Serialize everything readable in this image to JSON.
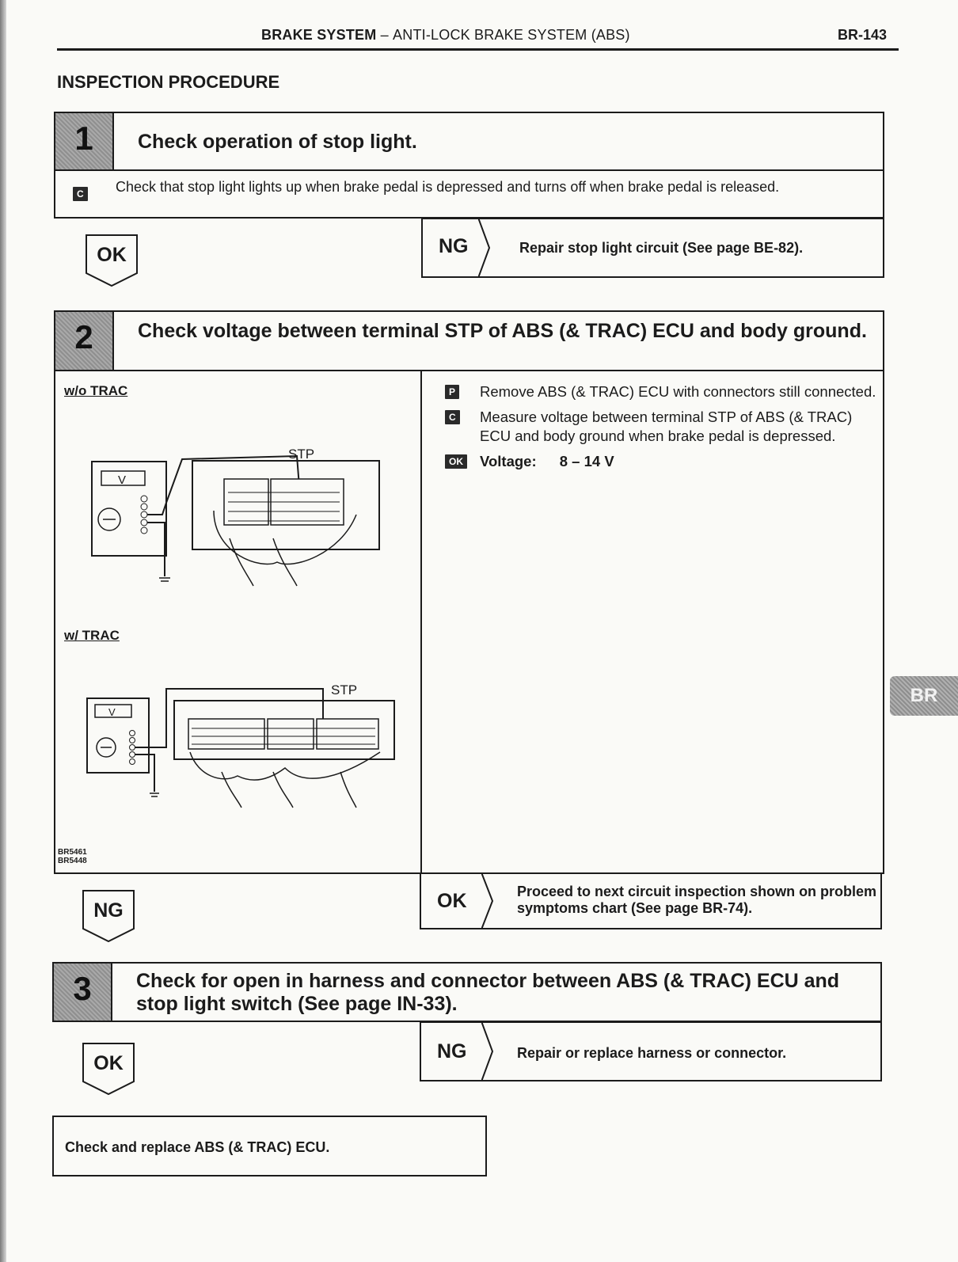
{
  "header": {
    "system": "BRAKE SYSTEM",
    "dash": "–",
    "subsystem": "ANTI-LOCK BRAKE SYSTEM (ABS)",
    "page": "BR-143"
  },
  "section_title": "INSPECTION PROCEDURE",
  "side_tab": "BR",
  "step1": {
    "number": "1",
    "title": "Check operation of stop light.",
    "tag": "C",
    "instruction": "Check that stop light lights up when brake pedal is depressed and turns off when brake pedal is released.",
    "ok_label": "OK",
    "ng_label": "NG",
    "ng_action": "Repair stop light circuit (See page BE-82)."
  },
  "step2": {
    "number": "2",
    "title": "Check voltage between terminal STP of ABS (& TRAC) ECU and body ground.",
    "wo_trac": "w/o TRAC",
    "w_trac": "w/ TRAC",
    "terminal_label": "STP",
    "meter_label": "V",
    "figure_codes": [
      "BR5461",
      "BR5448"
    ],
    "instructions": [
      {
        "tag": "P",
        "text": "Remove ABS (& TRAC) ECU with connectors still connected."
      },
      {
        "tag": "C",
        "text": "Measure voltage between terminal STP of ABS (& TRAC) ECU and body ground when brake pedal is depressed."
      }
    ],
    "ok_tag": "OK",
    "spec_label": "Voltage:",
    "spec_value": "8 – 14 V",
    "ok_label": "OK",
    "ok_action": "Proceed to next circuit inspection shown on problem symptoms chart (See page BR-74).",
    "ng_label": "NG"
  },
  "step3": {
    "number": "3",
    "title": "Check for open in harness and connector between ABS (& TRAC) ECU and stop light switch (See page IN-33).",
    "ng_label": "NG",
    "ng_action": "Repair or replace harness or connector.",
    "ok_label": "OK"
  },
  "final_action": "Check and replace ABS (& TRAC) ECU."
}
